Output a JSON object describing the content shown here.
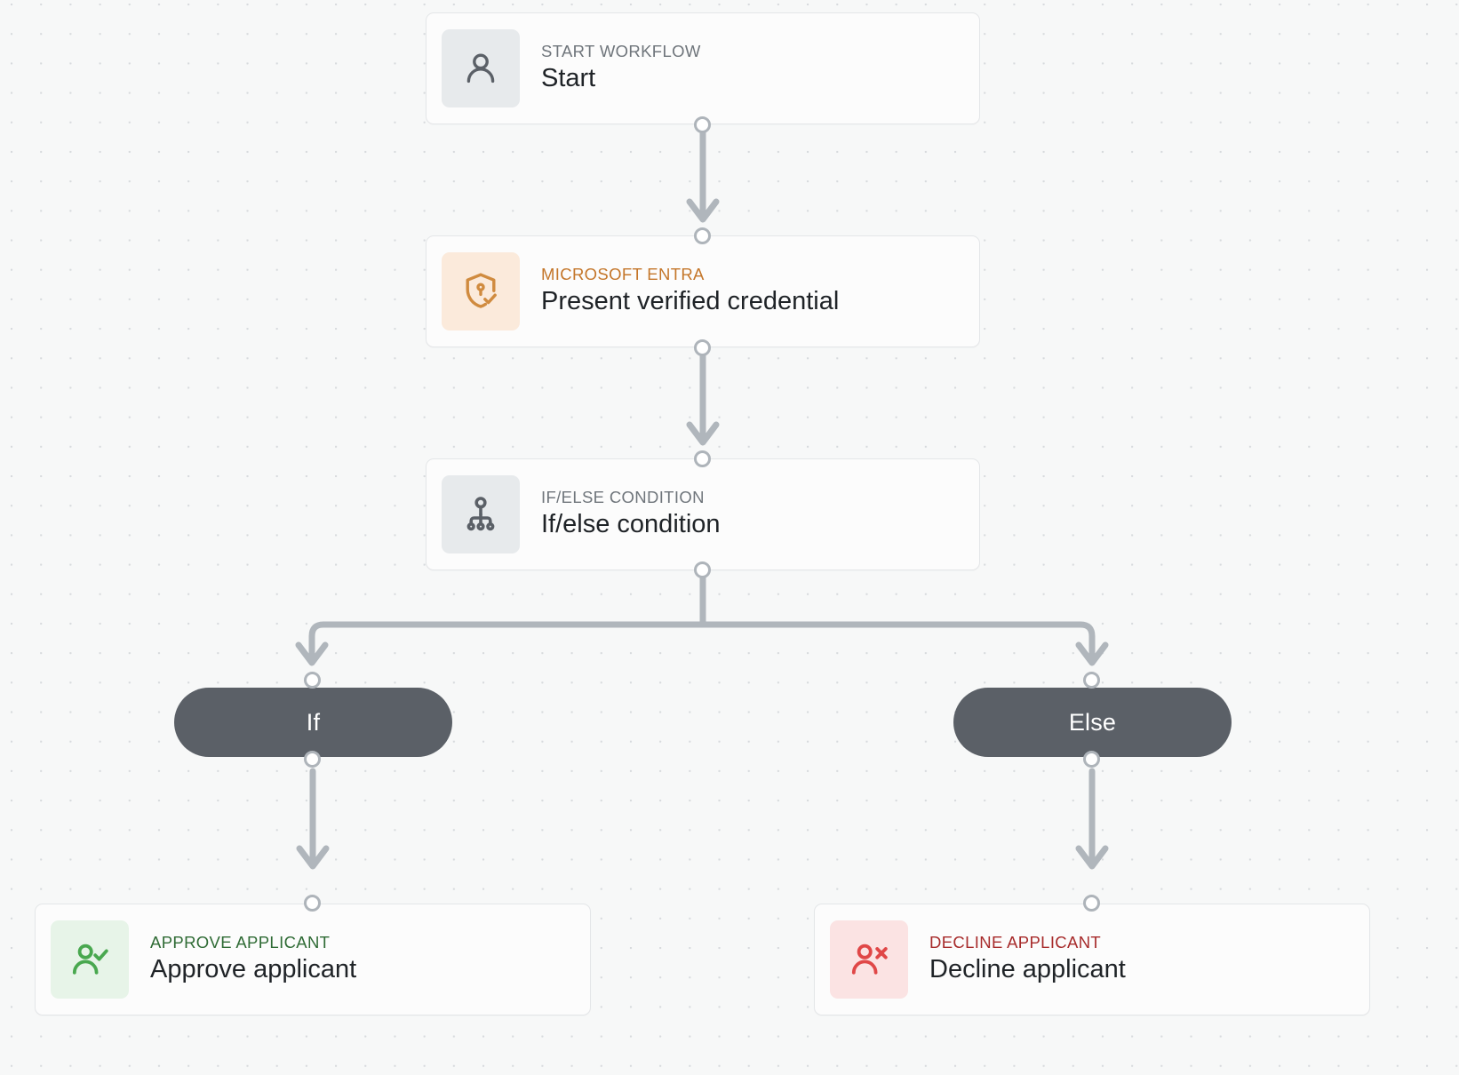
{
  "canvas": {
    "background_color": "#f7f8f8",
    "grid_dot_color": "#d7dadd",
    "edge_color": "#b0b6bc",
    "handle_border_color": "#aeb4ba"
  },
  "nodes": [
    {
      "id": "start",
      "kicker": "START WORKFLOW",
      "title": "Start",
      "icon": "person-icon",
      "tile_color": "#e7eaec",
      "icon_color": "#5b6067",
      "kicker_color": "#6f757b"
    },
    {
      "id": "present-verified-credential",
      "kicker": "MICROSOFT ENTRA",
      "title": "Present verified credential",
      "icon": "shield-keyhole-check-icon",
      "tile_color": "#fbeadb",
      "icon_color": "#d08b3f",
      "kicker_color": "#c4762a"
    },
    {
      "id": "if-else-condition",
      "kicker": "IF/ELSE CONDITION",
      "title": "If/else condition",
      "icon": "branch-hierarchy-icon",
      "tile_color": "#e7eaec",
      "icon_color": "#5b6067",
      "kicker_color": "#6f757b"
    },
    {
      "id": "approve-applicant",
      "kicker": "APPROVE APPLICANT",
      "title": "Approve applicant",
      "icon": "person-check-icon",
      "tile_color": "#e7f4e8",
      "icon_color": "#49a84f",
      "kicker_color": "#2f6b35"
    },
    {
      "id": "decline-applicant",
      "kicker": "DECLINE APPLICANT",
      "title": "Decline applicant",
      "icon": "person-x-icon",
      "tile_color": "#fbe3e3",
      "icon_color": "#e04747",
      "kicker_color": "#a72b2b"
    }
  ],
  "branches": [
    {
      "id": "if",
      "label": "If",
      "color": "#5b6067",
      "text_color": "#ffffff"
    },
    {
      "id": "else",
      "label": "Else",
      "color": "#5b6067",
      "text_color": "#ffffff"
    }
  ]
}
